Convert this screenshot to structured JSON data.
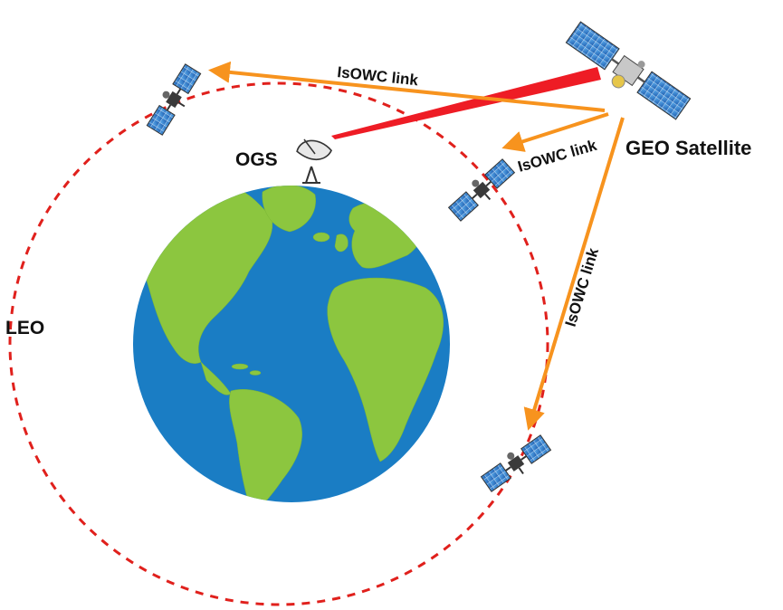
{
  "labels": {
    "leo": "LEO",
    "ogs": "OGS",
    "geo": "GEO Satellite",
    "link_top": "IsOWC link",
    "link_mid": "IsOWC link",
    "link_diag": "IsOWC link"
  },
  "colors": {
    "orbit": "#e0201c",
    "uplink": "#ee1c25",
    "isowc": "#f7931e",
    "ocean": "#1a7dc4",
    "land": "#8cc63f"
  },
  "icons": [
    "leo-satellite-icon",
    "geo-satellite-icon",
    "ground-station-dish-icon",
    "earth-globe-icon"
  ]
}
